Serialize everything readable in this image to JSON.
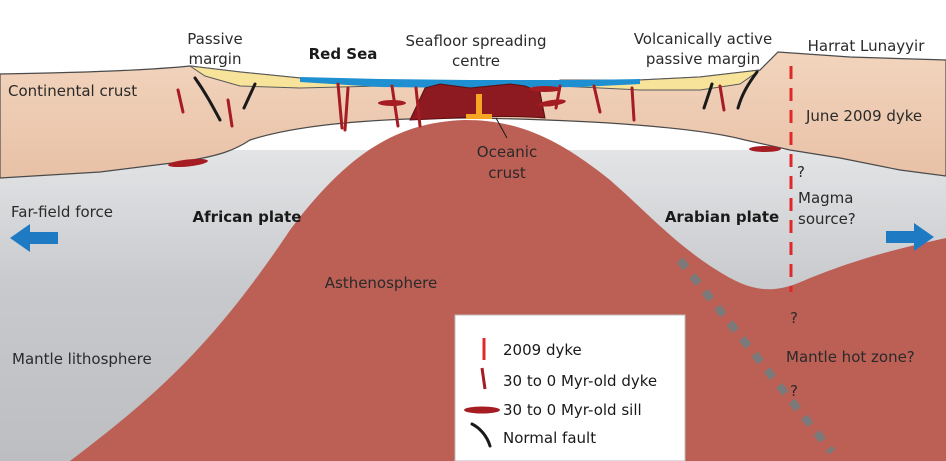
{
  "labels": {
    "passive_margin": [
      "Passive",
      "margin"
    ],
    "red_sea": "Red Sea",
    "seafloor": [
      "Seafloor spreading",
      "centre"
    ],
    "volcanic_margin": [
      "Volcanically active",
      "passive margin"
    ],
    "harrat": "Harrat Lunayyir",
    "continental_crust": "Continental crust",
    "june_dyke": "June 2009 dyke",
    "oceanic_crust": [
      "Oceanic",
      "crust"
    ],
    "far_field": "Far-field force",
    "african_plate": "African plate",
    "arabian_plate": "Arabian plate",
    "magma_source": [
      "Magma",
      "source?"
    ],
    "asthenosphere": "Asthenosphere",
    "mantle_lithosphere": "Mantle lithosphere",
    "mantle_hot_zone": "Mantle hot zone?",
    "question_mark": "?"
  },
  "legend": {
    "items": [
      {
        "label": "2009 dyke",
        "symbol": "dyke-2009"
      },
      {
        "label": "30 to 0 Myr-old dyke",
        "symbol": "dyke-old"
      },
      {
        "label": "30 to 0 Myr-old sill",
        "symbol": "sill"
      },
      {
        "label": "Normal fault",
        "symbol": "fault"
      }
    ]
  },
  "colors": {
    "continental_crust": "#efd0b8",
    "mantle_lithosphere": "#c6c8cb",
    "asthenosphere": "#bc5f55",
    "oceanic_crust": "#8c1a20",
    "sea": "#1e8fd0",
    "sediment": "#f7e39a",
    "dyke_2009": "#e0282a",
    "dyke_old": "#a51c22",
    "arrow": "#1f7ac4",
    "slab": "#7a7a7a"
  }
}
